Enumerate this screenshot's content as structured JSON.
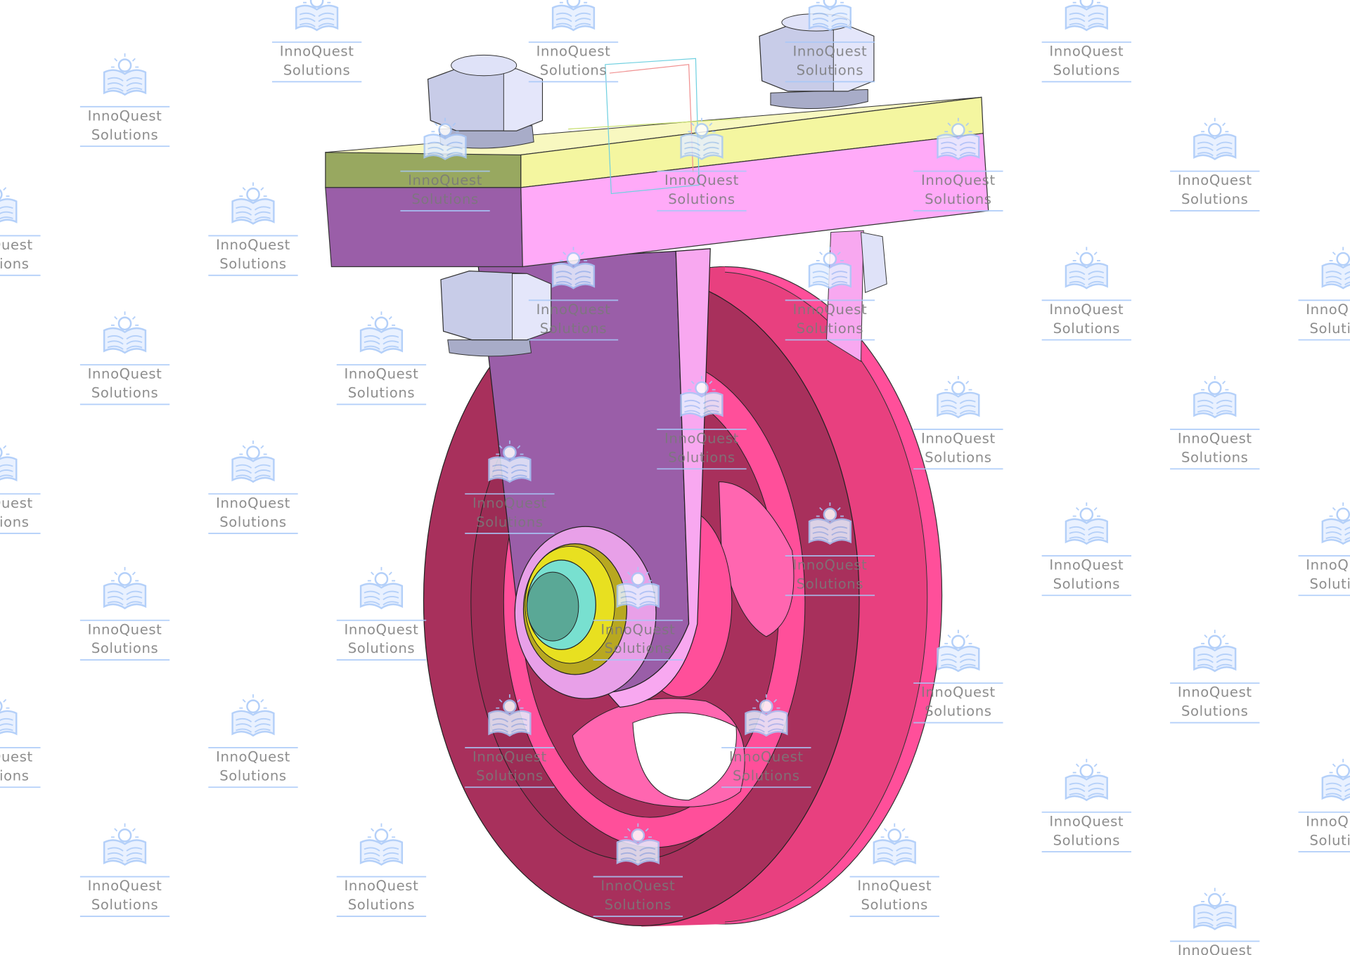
{
  "watermark": {
    "line1": "InnoQuest",
    "line2": "Solutions",
    "icon": "book-lightbulb-icon",
    "color": "#a8c8f8"
  },
  "model": {
    "name": "pulley-block-assembly",
    "colors": {
      "wheel_face": "#a8305c",
      "wheel_rim": "#ff4f9a",
      "wheel_inner": "#ff66b0",
      "fork_side": "#9a5ea8",
      "fork_edge": "#f8a8f0",
      "plate_top": "#f4f6a0",
      "plate_top_end": "#98a860",
      "nut": "#c8cce8",
      "washer_yellow": "#d8d020",
      "axle_teal": "#78e0d0",
      "axle_end": "#5aa896"
    }
  }
}
